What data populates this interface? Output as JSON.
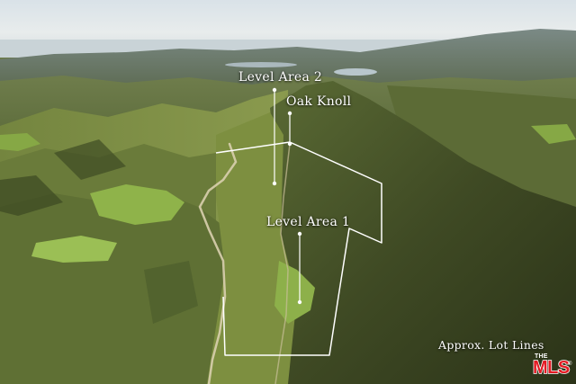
{
  "annotations": {
    "level_area_2": "Level Area 2",
    "oak_knoll": "Oak Knoll",
    "level_area_1": "Level Area 1",
    "lot_lines": "Approx. Lot Lines"
  },
  "watermark": {
    "prefix": "THE",
    "brand": "MLS",
    "mark": "®"
  },
  "colors": {
    "annotation": "#ffffff",
    "brand_red": "#e31b23"
  }
}
